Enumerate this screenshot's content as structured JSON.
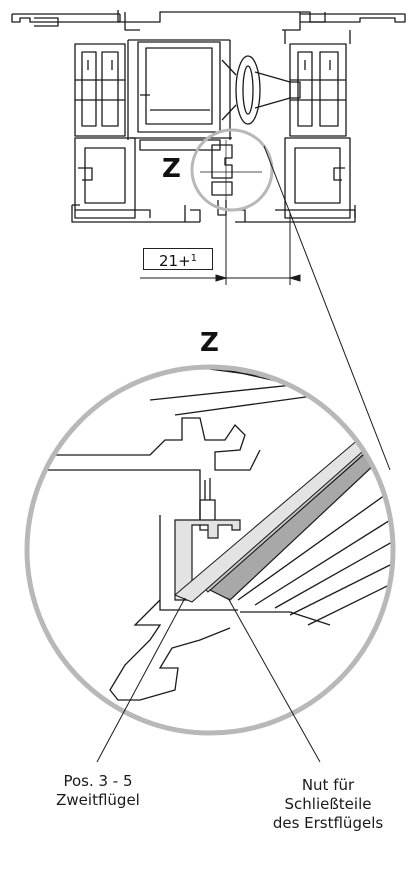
{
  "detail_marker": "Z",
  "dimension": {
    "value": "21+",
    "tolerance": "1"
  },
  "callout_left": {
    "line1": "Pos. 3 - 5",
    "line2": "Zweitflügel"
  },
  "callout_right": {
    "line1": "Nut für",
    "line2": "Schließteile",
    "line3": "des Erstflügels"
  },
  "colors": {
    "line": "#1a1a1a",
    "circle": "#b8b8b8",
    "gasket_light": "#e3e3e3",
    "gasket_dark": "#a8a8a8",
    "gasket_mid": "#c8c8c8"
  }
}
